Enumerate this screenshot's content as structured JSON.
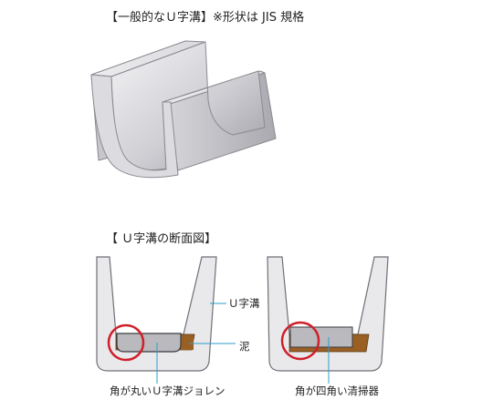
{
  "headings": {
    "top": "【一般的なＵ字溝】※形状は JIS 規格",
    "section": "【 Ｕ字溝の断面図】"
  },
  "labels": {
    "u_channel": "Ｕ字溝",
    "mud": "泥",
    "round_corner_scoop": "角が丸いＵ字溝ジョレン",
    "square_corner_cleaner": "角が四角い清掃器"
  },
  "colors": {
    "concrete_fill": "#e9e9ec",
    "concrete_stroke": "#6f6f76",
    "mud": "#9a5f23",
    "tool": "#b9b9be",
    "highlight_circle": "#d0202a",
    "leader_line": "#2a9fc8"
  }
}
